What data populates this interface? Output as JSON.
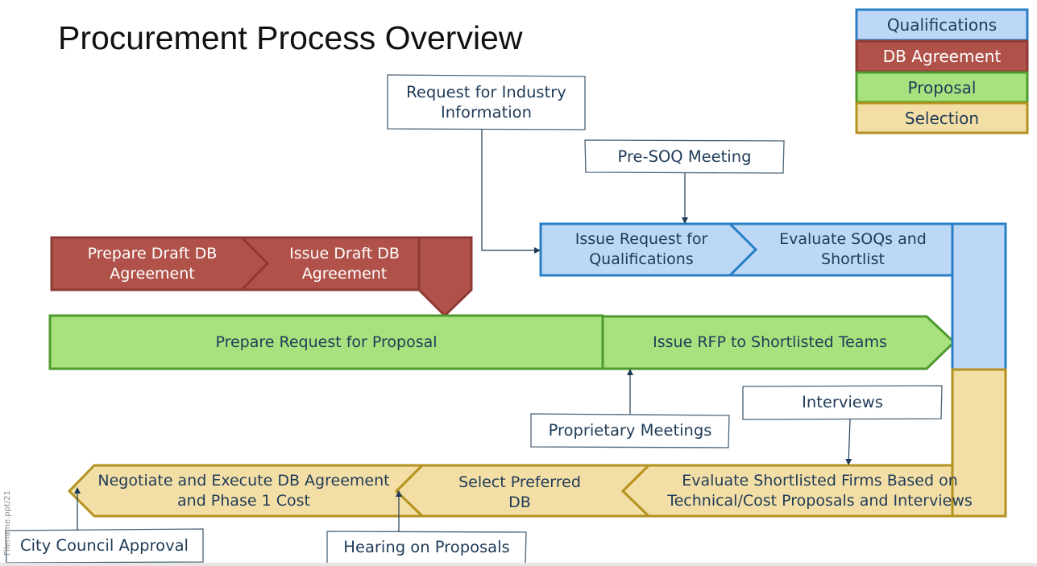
{
  "title": "Procurement Process Overview",
  "footer": "Filename.ppt/21",
  "colors": {
    "qualifications": "#bdd7f6",
    "qualifications_border": "#2a7fc4",
    "db_agreement": "#b0524a",
    "db_agreement_border": "#8e3b35",
    "proposal": "#a7e27f",
    "proposal_border": "#4f9a2e",
    "selection": "#f3dfa6",
    "selection_border": "#b3921f",
    "note_border": "#4a6275",
    "text": "#1f3b57"
  },
  "legend": [
    {
      "label": "Qualifications",
      "phase": "qualifications"
    },
    {
      "label": "DB Agreement",
      "phase": "db_agreement"
    },
    {
      "label": "Proposal",
      "phase": "proposal"
    },
    {
      "label": "Selection",
      "phase": "selection"
    }
  ],
  "steps": {
    "prepare_draft_db": "Prepare Draft DB\nAgreement",
    "issue_draft_db": "Issue Draft DB\nAgreement",
    "issue_rfq": "Issue Request for\nQualifications",
    "evaluate_soqs": "Evaluate SOQs and\nShortlist",
    "prepare_rfp": "Prepare Request for Proposal",
    "issue_rfp": "Issue RFP to Shortlisted Teams",
    "evaluate_shortlisted": "Evaluate Shortlisted Firms Based on\nTechnical/Cost Proposals and Interviews",
    "select_preferred": "Select Preferred\nDB",
    "negotiate": "Negotiate and Execute DB Agreement\nand Phase 1 Cost"
  },
  "notes": {
    "request_industry_info": "Request for Industry\nInformation",
    "pre_soq_meeting": "Pre-SOQ Meeting",
    "proprietary_meetings": "Proprietary Meetings",
    "interviews": "Interviews",
    "city_council_approval": "City Council Approval",
    "hearing_on_proposals": "Hearing on Proposals"
  }
}
